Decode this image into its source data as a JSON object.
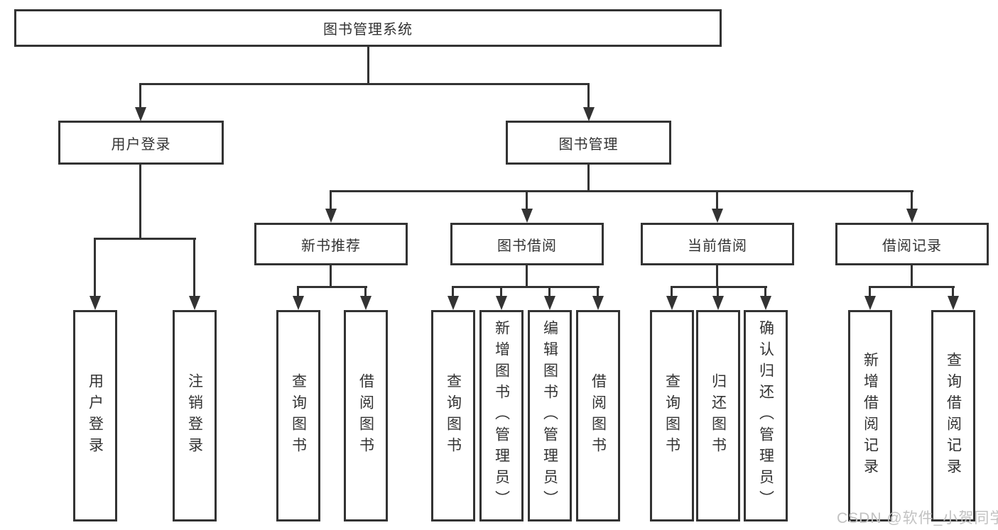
{
  "diagram": {
    "root": "图书管理系统",
    "level2": [
      "用户登录",
      "图书管理"
    ],
    "level3": [
      "新书推荐",
      "图书借阅",
      "当前借阅",
      "借阅记录"
    ],
    "leaves": {
      "user_login_group": [
        "用户登录",
        "注销登录"
      ],
      "new_book_group": [
        "查询图书",
        "借阅图书"
      ],
      "book_borrow_group": [
        "查询图书",
        "新增图书（管理员）",
        "编辑图书（管理员）",
        "借阅图书"
      ],
      "current_borrow_group": [
        "查询图书",
        "归还图书",
        "确认归还（管理员）"
      ],
      "record_group": [
        "新增借阅记录",
        "查询借阅记录"
      ]
    }
  },
  "watermark": {
    "text": "CSDN @软件_小贺同学"
  },
  "colors": {
    "line": "#333333",
    "text": "#333333",
    "watermark": "#c2c2c2",
    "background": "#ffffff"
  }
}
